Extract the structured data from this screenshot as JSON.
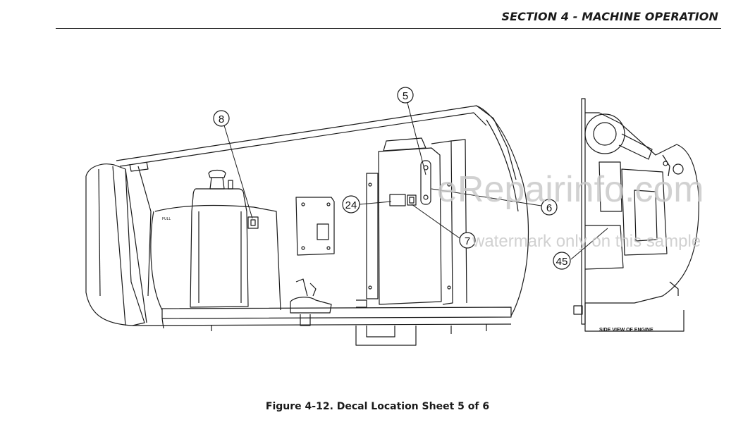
{
  "header": {
    "section_title": "SECTION 4 - MACHINE OPERATION"
  },
  "figure": {
    "caption": "Figure 4-12. Decal Location Sheet 5 of 6",
    "callouts": [
      "8",
      "5",
      "24",
      "6",
      "7",
      "45"
    ],
    "fill_label": "FULL",
    "side_view_label": "SIDE VIEW OF ENGINE"
  },
  "watermark": {
    "line1": "eRepairinfo.com",
    "line2": "watermark only on this sample"
  }
}
